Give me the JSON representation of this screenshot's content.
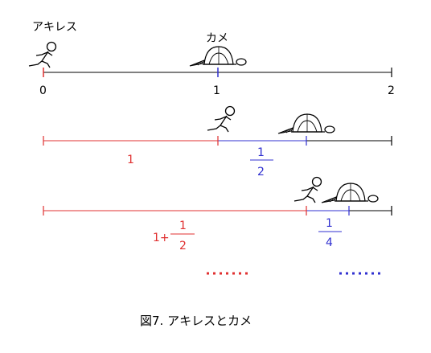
{
  "labels": {
    "achilles": "アキレス",
    "tortoise": "カメ",
    "tick0": "0",
    "tick1": "1",
    "tick2": "2"
  },
  "row2": {
    "red_len": "1",
    "blue_num": "1",
    "blue_den": "2"
  },
  "row3": {
    "red_int": "1+",
    "red_num": "1",
    "red_den": "2",
    "blue_num": "1",
    "blue_den": "4"
  },
  "caption": "図7. アキレスとカメ",
  "colors": {
    "red": "#e03030",
    "blue": "#3030d0",
    "black": "#000000"
  }
}
